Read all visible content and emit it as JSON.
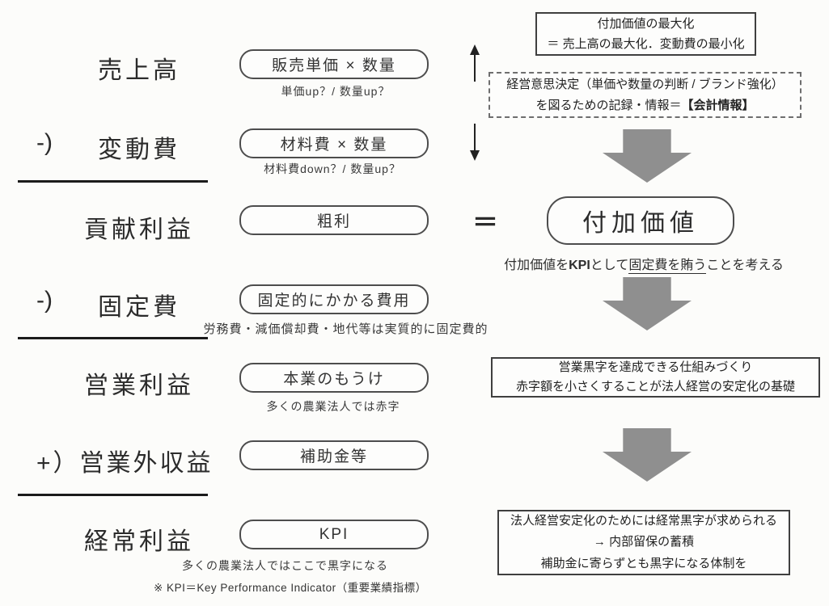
{
  "rows": [
    {
      "sign": "",
      "label": "売上高",
      "box": "販売単価 × 数量",
      "caption": "単価up？/ 数量up？"
    },
    {
      "sign": "-)",
      "label": "変動費",
      "box": "材料費 × 数量",
      "caption": "材料費down？/ 数量up？"
    },
    {
      "sign": "",
      "label": "貢献利益",
      "box": "粗利",
      "caption": ""
    },
    {
      "sign": "-)",
      "label": "固定費",
      "box": "固定的にかかる費用",
      "caption": "労務費・減価償却費・地代等は実質的に固定費的"
    },
    {
      "sign": "",
      "label": "営業利益",
      "box": "本業のもうけ",
      "caption": "多くの農業法人では赤字"
    },
    {
      "sign": "+）",
      "label": "営業外収益",
      "box": "補助金等",
      "caption": ""
    },
    {
      "sign": "",
      "label": "経常利益",
      "box": "KPI",
      "caption": "多くの農業法人ではここで黒字になる"
    }
  ],
  "footnote": "※ KPI＝Key Performance Indicator（重要業績指標）",
  "right": {
    "maximize_box": {
      "line1": "付加価値の最大化",
      "line2": "＝ 売上高の最大化．変動費の最小化"
    },
    "dashed_box": {
      "line1": "経営意思決定（単価や数量の判断 / ブランド強化）",
      "line2_pre": "を図るための記録・情報＝",
      "line2_bold": "【会計情報】"
    },
    "equals": "＝",
    "added_value_box": "付加価値",
    "kpi_note": {
      "p1": "付加価値を",
      "p2": "KPI",
      "p3": "として",
      "p4": "固定費を賄う",
      "p5": "ことを考える"
    },
    "operating_box": {
      "line1": "営業黒字を達成できる仕組みづくり",
      "line2": "赤字額を小さくすることが法人経営の安定化の基礎"
    },
    "ordinary_box": {
      "line1": "法人経営安定化のためには経常黒字が求められる",
      "line2": "→ 内部留保の蓄積",
      "line3": "補助金に寄らずとも黒字になる体制を"
    }
  },
  "colors": {
    "arrow_gray": "#8f8f8f",
    "border": "#4d4d4d",
    "text": "#2e2e2e"
  }
}
